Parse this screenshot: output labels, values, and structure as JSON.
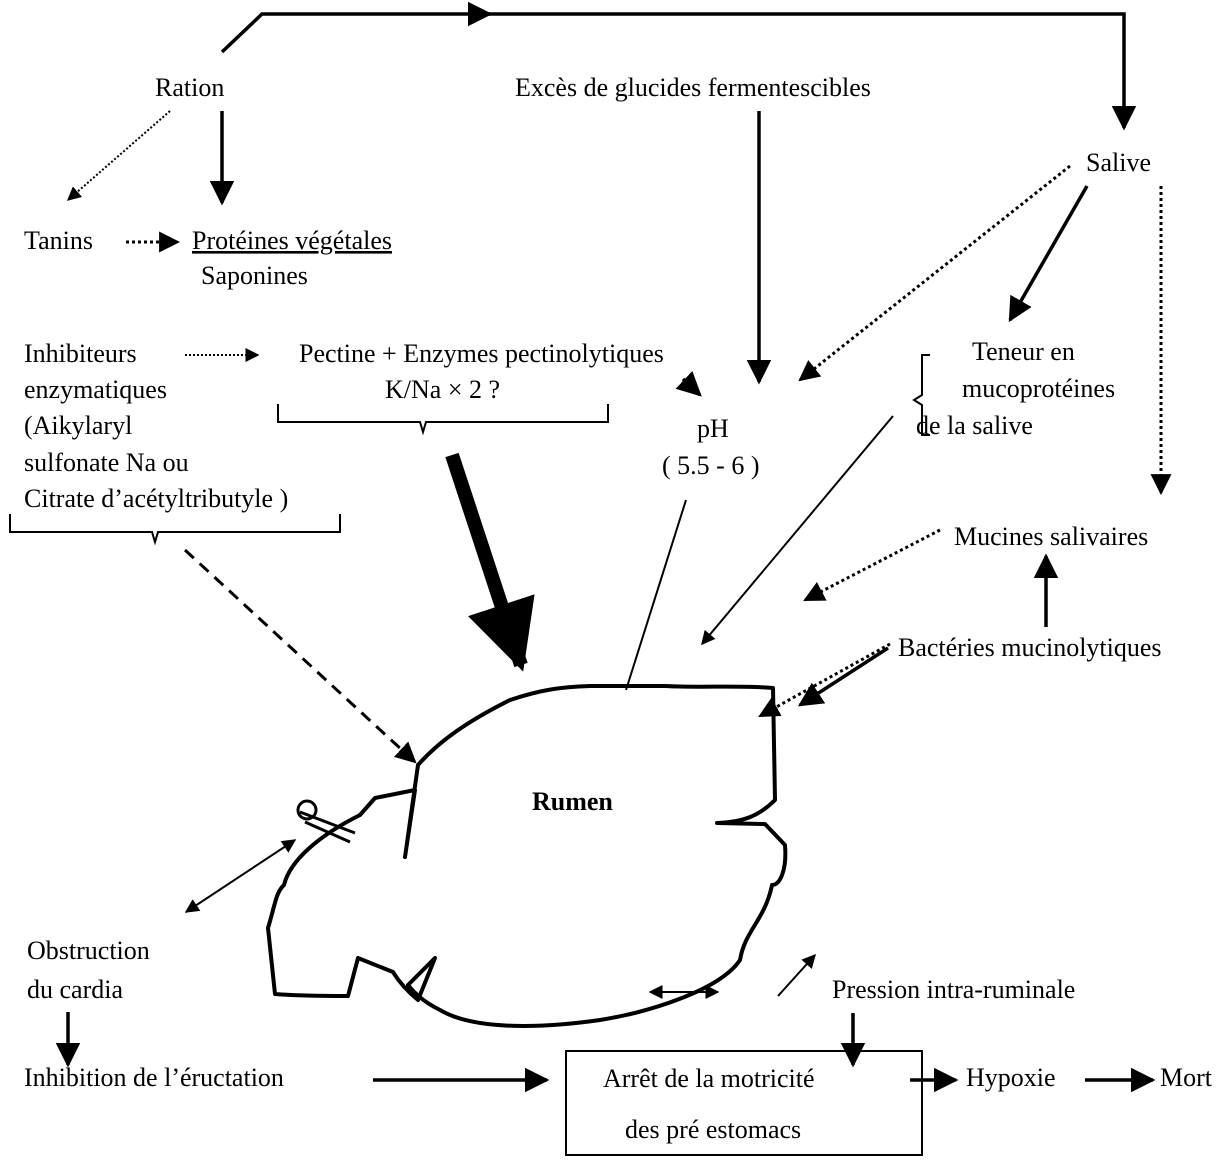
{
  "nodes": {
    "ration": "Ration",
    "exces": "Excès de glucides fermentescibles",
    "salive": "Salive",
    "tanins": "Tanins",
    "proteines": "Protéines végétales",
    "saponines": "Saponines",
    "inhib_1": "Inhibiteurs",
    "inhib_2": "enzymatiques",
    "inhib_3": "(Aikylaryl",
    "inhib_4": "sulfonate Na ou",
    "inhib_5": "Citrate d’acétyltributyle )",
    "pectine_1": "Pectine + Enzymes pectinolytiques",
    "pectine_2": "K/Na × 2 ?",
    "ph_1": "pH",
    "ph_2": "( 5.5 - 6 )",
    "teneur_1": "Teneur en",
    "teneur_2": "mucoprotéines",
    "teneur_3": "de la salive",
    "mucines": "Mucines salivaires",
    "bacteries": "Bactéries mucinolytiques",
    "rumen": "Rumen",
    "obstruction_1": "Obstruction",
    "obstruction_2": "du cardia",
    "pression": "Pression intra-ruminale",
    "inhibition": "Inhibition de l’éructation",
    "arret_1": "Arrêt de la motricité",
    "arret_2": "des pré estomacs",
    "hypoxie": "Hypoxie",
    "mort": "Mort"
  }
}
